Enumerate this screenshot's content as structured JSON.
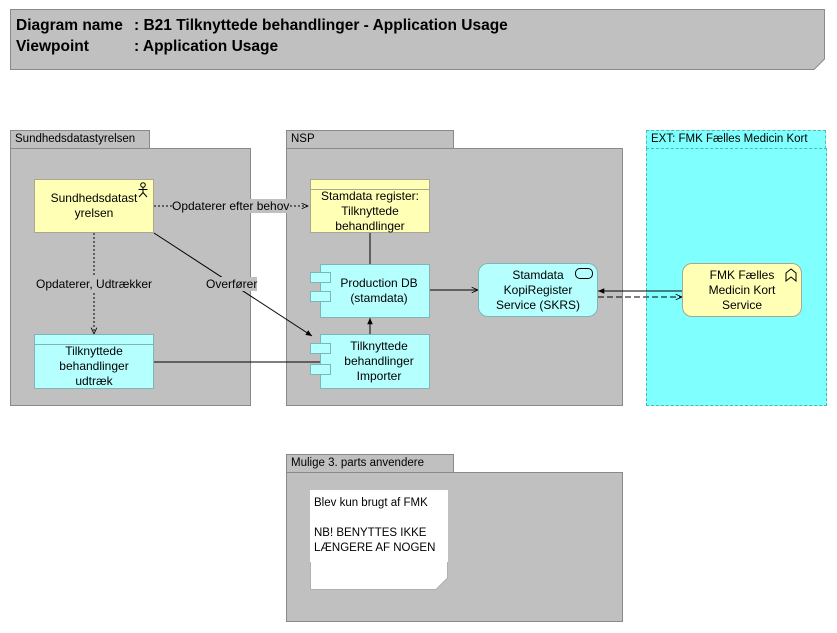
{
  "header": {
    "diagram_label": "Diagram name",
    "diagram_value": ": B21 Tilknyttede behandlinger - Application Usage",
    "viewpoint_label": "Viewpoint",
    "viewpoint_value": ": Application Usage"
  },
  "groups": {
    "sundhed": "Sundhedsdatastyrelsen",
    "nsp": "NSP",
    "ext": "EXT: FMK Fælles Medicin Kort",
    "mulige": "Mulige 3. parts anvendere"
  },
  "elements": {
    "actor_line1": "Sundhedsdatast",
    "actor_line2": "yrelsen",
    "udtraek_line1": "Tilknyttede",
    "udtraek_line2": "behandlinger",
    "udtraek_line3": "udtræk",
    "stamdata_line1": "Stamdata register:",
    "stamdata_line2": "Tilknyttede",
    "stamdata_line3": "behandlinger",
    "proddb_line1": "Production DB",
    "proddb_line2": "(stamdata)",
    "importer_line1": "Tilknyttede",
    "importer_line2": "behandlinger",
    "importer_line3": "Importer",
    "skrs_line1": "Stamdata",
    "skrs_line2": "KopiRegister",
    "skrs_line3": "Service (SKRS)",
    "fmk_line1": "FMK Fælles",
    "fmk_line2": "Medicin Kort",
    "fmk_line3": "Service"
  },
  "relations": {
    "opdaterer_efter_behov": "Opdaterer efter behov",
    "opdaterer_udtraekker": "Opdaterer, Udtrækker",
    "overforer": "Overfører"
  },
  "note": {
    "line1": "Blev kun brugt af FMK",
    "line2": "NB! BENYTTES IKKE",
    "line3": "LÆNGERE AF NOGEN"
  },
  "colors": {
    "group_gray": "#c0c0c0",
    "business_yellow": "#ffffb5",
    "application_cyan": "#b5ffff",
    "external_cyan": "#80ffff"
  }
}
